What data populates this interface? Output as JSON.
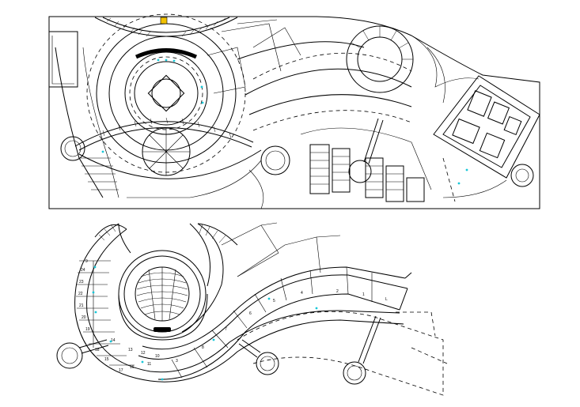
{
  "drawing": {
    "line_color": "#000000",
    "accent_color": "#18c7d8",
    "marker_color": "#f2c200",
    "background": "#ffffff",
    "upper_plan": {
      "frame": "site-plan-frame"
    },
    "lower_plan": {
      "room_numbers": [
        "1",
        "2",
        "3",
        "4",
        "5",
        "6",
        "7",
        "8",
        "9",
        "10",
        "11",
        "12",
        "13",
        "14",
        "15",
        "16",
        "17",
        "18",
        "19",
        "20",
        "21",
        "22",
        "23",
        "24"
      ],
      "label_l": "L"
    }
  }
}
